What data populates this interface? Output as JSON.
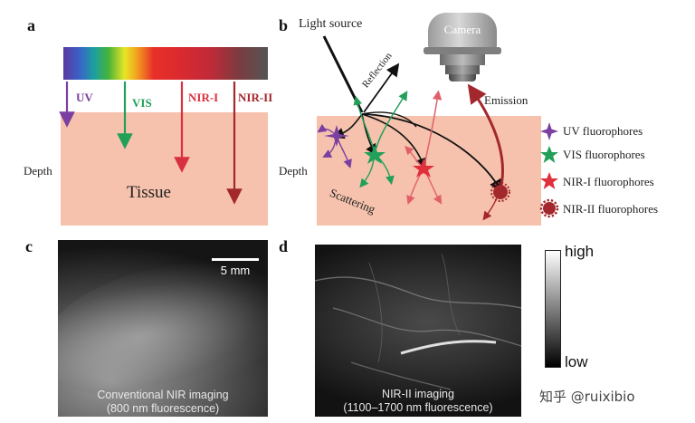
{
  "panels": {
    "a": {
      "label": "a",
      "bands": [
        "UV",
        "VIS",
        "NIR-I",
        "NIR-II"
      ],
      "depth": "Depth",
      "tissue": "Tissue"
    },
    "b": {
      "label": "b",
      "light_source": "Light source",
      "camera": "Camera",
      "reflection": "Reflection",
      "emission": "Emission",
      "depth": "Depth",
      "scattering": "Scattering",
      "legend": [
        "UV fluorophores",
        "VIS fluorophores",
        "NIR-I fluorophores",
        "NIR-II fluorophores"
      ]
    },
    "c": {
      "label": "c",
      "scale": "5 mm",
      "caption_line1": "Conventional NIR imaging",
      "caption_line2": "(800 nm fluorescence)"
    },
    "d": {
      "label": "d",
      "caption_line1": "NIR-II imaging",
      "caption_line2": "(1100–1700 nm fluorescence)",
      "colorbar_high": "high",
      "colorbar_low": "low"
    }
  },
  "watermark": "知乎 @ruixibio",
  "colors": {
    "uv": "#7a3fa0",
    "vis": "#22a05a",
    "nir1": "#d93040",
    "nir2": "#a3282d",
    "tissue": "#f6c2ad"
  }
}
